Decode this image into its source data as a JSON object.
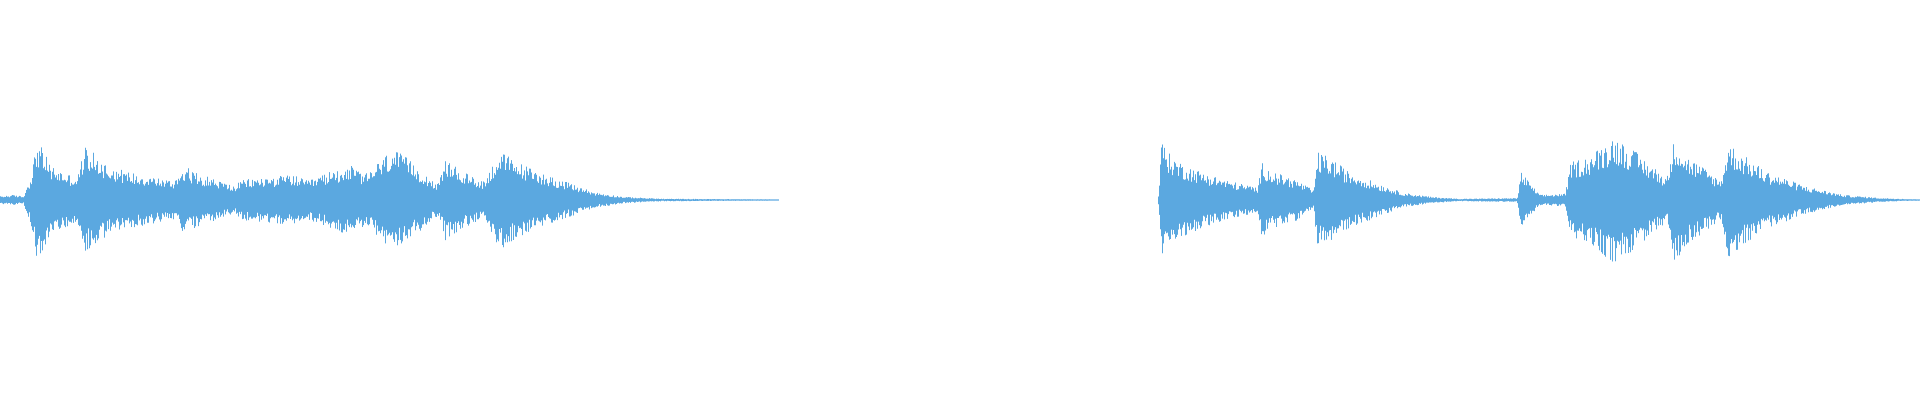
{
  "waveform": {
    "color": "#5ba8e0",
    "background": "#ffffff",
    "clips": [
      {
        "name": "clip-1",
        "span": [
          0.0,
          0.405
        ],
        "tail": [
          0.405,
          0.405
        ],
        "envelope": [
          [
            0.0,
            0.06
          ],
          [
            0.006,
            0.08
          ],
          [
            0.012,
            0.06
          ],
          [
            0.016,
            0.4
          ],
          [
            0.019,
            0.92
          ],
          [
            0.022,
            0.8
          ],
          [
            0.026,
            0.55
          ],
          [
            0.032,
            0.45
          ],
          [
            0.04,
            0.35
          ],
          [
            0.044,
            0.85
          ],
          [
            0.048,
            0.75
          ],
          [
            0.056,
            0.55
          ],
          [
            0.066,
            0.45
          ],
          [
            0.078,
            0.38
          ],
          [
            0.09,
            0.3
          ],
          [
            0.096,
            0.55
          ],
          [
            0.1,
            0.45
          ],
          [
            0.11,
            0.35
          ],
          [
            0.122,
            0.22
          ],
          [
            0.126,
            0.32
          ],
          [
            0.14,
            0.36
          ],
          [
            0.152,
            0.4
          ],
          [
            0.16,
            0.3
          ],
          [
            0.172,
            0.45
          ],
          [
            0.182,
            0.55
          ],
          [
            0.19,
            0.4
          ],
          [
            0.204,
            0.8
          ],
          [
            0.21,
            0.7
          ],
          [
            0.22,
            0.45
          ],
          [
            0.228,
            0.25
          ],
          [
            0.232,
            0.65
          ],
          [
            0.24,
            0.45
          ],
          [
            0.252,
            0.3
          ],
          [
            0.26,
            0.78
          ],
          [
            0.268,
            0.62
          ],
          [
            0.28,
            0.45
          ],
          [
            0.295,
            0.28
          ],
          [
            0.31,
            0.12
          ],
          [
            0.325,
            0.05
          ],
          [
            0.345,
            0.02
          ],
          [
            0.38,
            0.015
          ],
          [
            0.405,
            0.01
          ]
        ]
      },
      {
        "name": "clip-2",
        "span": [
          0.603,
          1.0
        ],
        "envelope": [
          [
            0.603,
            0.02
          ],
          [
            0.605,
            1.0
          ],
          [
            0.608,
            0.75
          ],
          [
            0.614,
            0.6
          ],
          [
            0.625,
            0.45
          ],
          [
            0.64,
            0.3
          ],
          [
            0.655,
            0.2
          ],
          [
            0.657,
            0.6
          ],
          [
            0.662,
            0.45
          ],
          [
            0.675,
            0.32
          ],
          [
            0.684,
            0.15
          ],
          [
            0.686,
            0.75
          ],
          [
            0.692,
            0.68
          ],
          [
            0.702,
            0.45
          ],
          [
            0.716,
            0.28
          ],
          [
            0.73,
            0.12
          ],
          [
            0.745,
            0.05
          ],
          [
            0.76,
            0.02
          ],
          [
            0.79,
            0.03
          ],
          [
            0.792,
            0.45
          ],
          [
            0.797,
            0.25
          ],
          [
            0.802,
            0.08
          ],
          [
            0.815,
            0.1
          ],
          [
            0.818,
            0.6
          ],
          [
            0.828,
            0.7
          ],
          [
            0.84,
            1.0
          ],
          [
            0.848,
            0.85
          ],
          [
            0.858,
            0.6
          ],
          [
            0.868,
            0.35
          ],
          [
            0.872,
            1.0
          ],
          [
            0.878,
            0.7
          ],
          [
            0.89,
            0.45
          ],
          [
            0.896,
            0.3
          ],
          [
            0.9,
            0.9
          ],
          [
            0.908,
            0.7
          ],
          [
            0.92,
            0.45
          ],
          [
            0.94,
            0.22
          ],
          [
            0.96,
            0.08
          ],
          [
            0.98,
            0.03
          ],
          [
            1.0,
            0.01
          ]
        ]
      }
    ]
  }
}
